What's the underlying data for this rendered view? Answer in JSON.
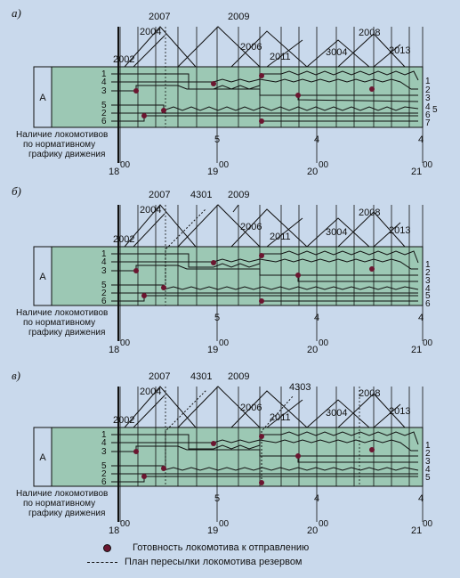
{
  "panels": [
    {
      "key": "a",
      "label": "а)",
      "top": [
        "2007",
        "2009",
        "2004",
        "2006",
        "2011",
        "3004",
        "2008",
        "2013",
        "2002"
      ],
      "left_rows": [
        "1",
        "4",
        "3",
        "5",
        "2",
        "6"
      ],
      "right_rows": [
        "1",
        "2",
        "3",
        "4",
        "5",
        "6",
        "7"
      ],
      "bottom_counts": [
        "5",
        "4",
        "4"
      ]
    },
    {
      "key": "b",
      "label": "б)",
      "top": [
        "2007",
        "4301",
        "2009",
        "2004",
        "2006",
        "2011",
        "3004",
        "2008",
        "2013",
        "2002"
      ],
      "left_rows": [
        "1",
        "4",
        "3",
        "5",
        "2",
        "6"
      ],
      "right_rows": [
        "1",
        "2",
        "3",
        "4",
        "5",
        "6"
      ],
      "bottom_counts": [
        "5",
        "4",
        "4"
      ]
    },
    {
      "key": "v",
      "label": "в)",
      "top": [
        "2007",
        "4301",
        "2009",
        "2004",
        "4303",
        "2006",
        "2011",
        "3004",
        "2008",
        "2013",
        "2002"
      ],
      "left_rows": [
        "1",
        "4",
        "3",
        "5",
        "2",
        "6"
      ],
      "right_rows": [
        "1",
        "2",
        "3",
        "4",
        "5"
      ],
      "bottom_counts": [
        "5",
        "4",
        "4"
      ]
    }
  ],
  "station": "A",
  "note_lines": [
    "Наличие локомотивов",
    "по нормативному",
    "графику движения"
  ],
  "time_ticks": [
    "18",
    "19",
    "20",
    "21"
  ],
  "time_sup": "00",
  "legend": {
    "dot": "Готовность локомотива к отправлению",
    "dash": "План пересылки локомотива резервом"
  },
  "colors": {
    "band": "#9cc8b4",
    "bg": "#c9d9ec",
    "dot": "#6b1630"
  }
}
